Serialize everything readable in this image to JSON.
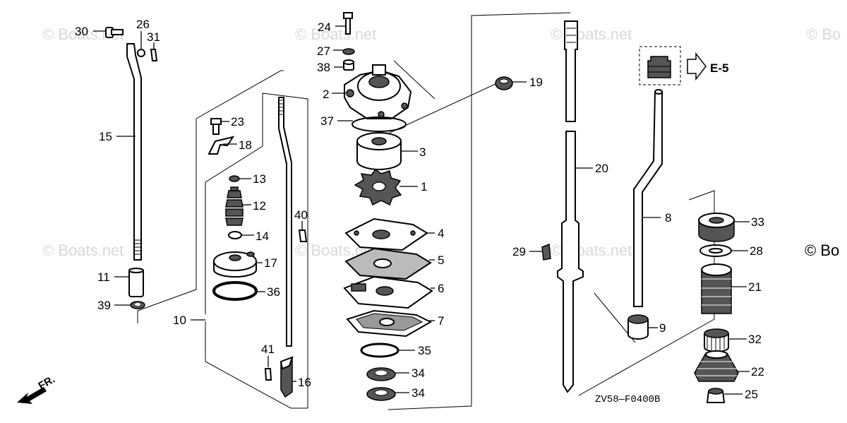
{
  "watermarks": [
    "© Boats.net",
    "© Boats.net",
    "© Boats.net",
    "© Bo",
    "© Boats.net",
    "© Boats.net",
    "© Boats.net",
    "© Bo"
  ],
  "diagram_code": "ZV58—F0400B",
  "reference": "E-5",
  "front_label": "FR.",
  "callouts": {
    "p1": "1",
    "p2": "2",
    "p3": "3",
    "p4": "4",
    "p5": "5",
    "p6": "6",
    "p7": "7",
    "p8": "8",
    "p9": "9",
    "p10": "10",
    "p11": "11",
    "p12": "12",
    "p13": "13",
    "p14": "14",
    "p15": "15",
    "p16": "16",
    "p17": "17",
    "p18": "18",
    "p19": "19",
    "p20": "20",
    "p21": "21",
    "p22": "22",
    "p23": "23",
    "p24": "24",
    "p25": "25",
    "p26": "26",
    "p27": "27",
    "p28": "28",
    "p29": "29",
    "p30": "30",
    "p31": "31",
    "p32": "32",
    "p33": "33",
    "p34a": "34",
    "p34b": "34",
    "p35": "35",
    "p36": "36",
    "p37": "37",
    "p38": "38",
    "p39": "39",
    "p40": "40",
    "p41": "41"
  }
}
